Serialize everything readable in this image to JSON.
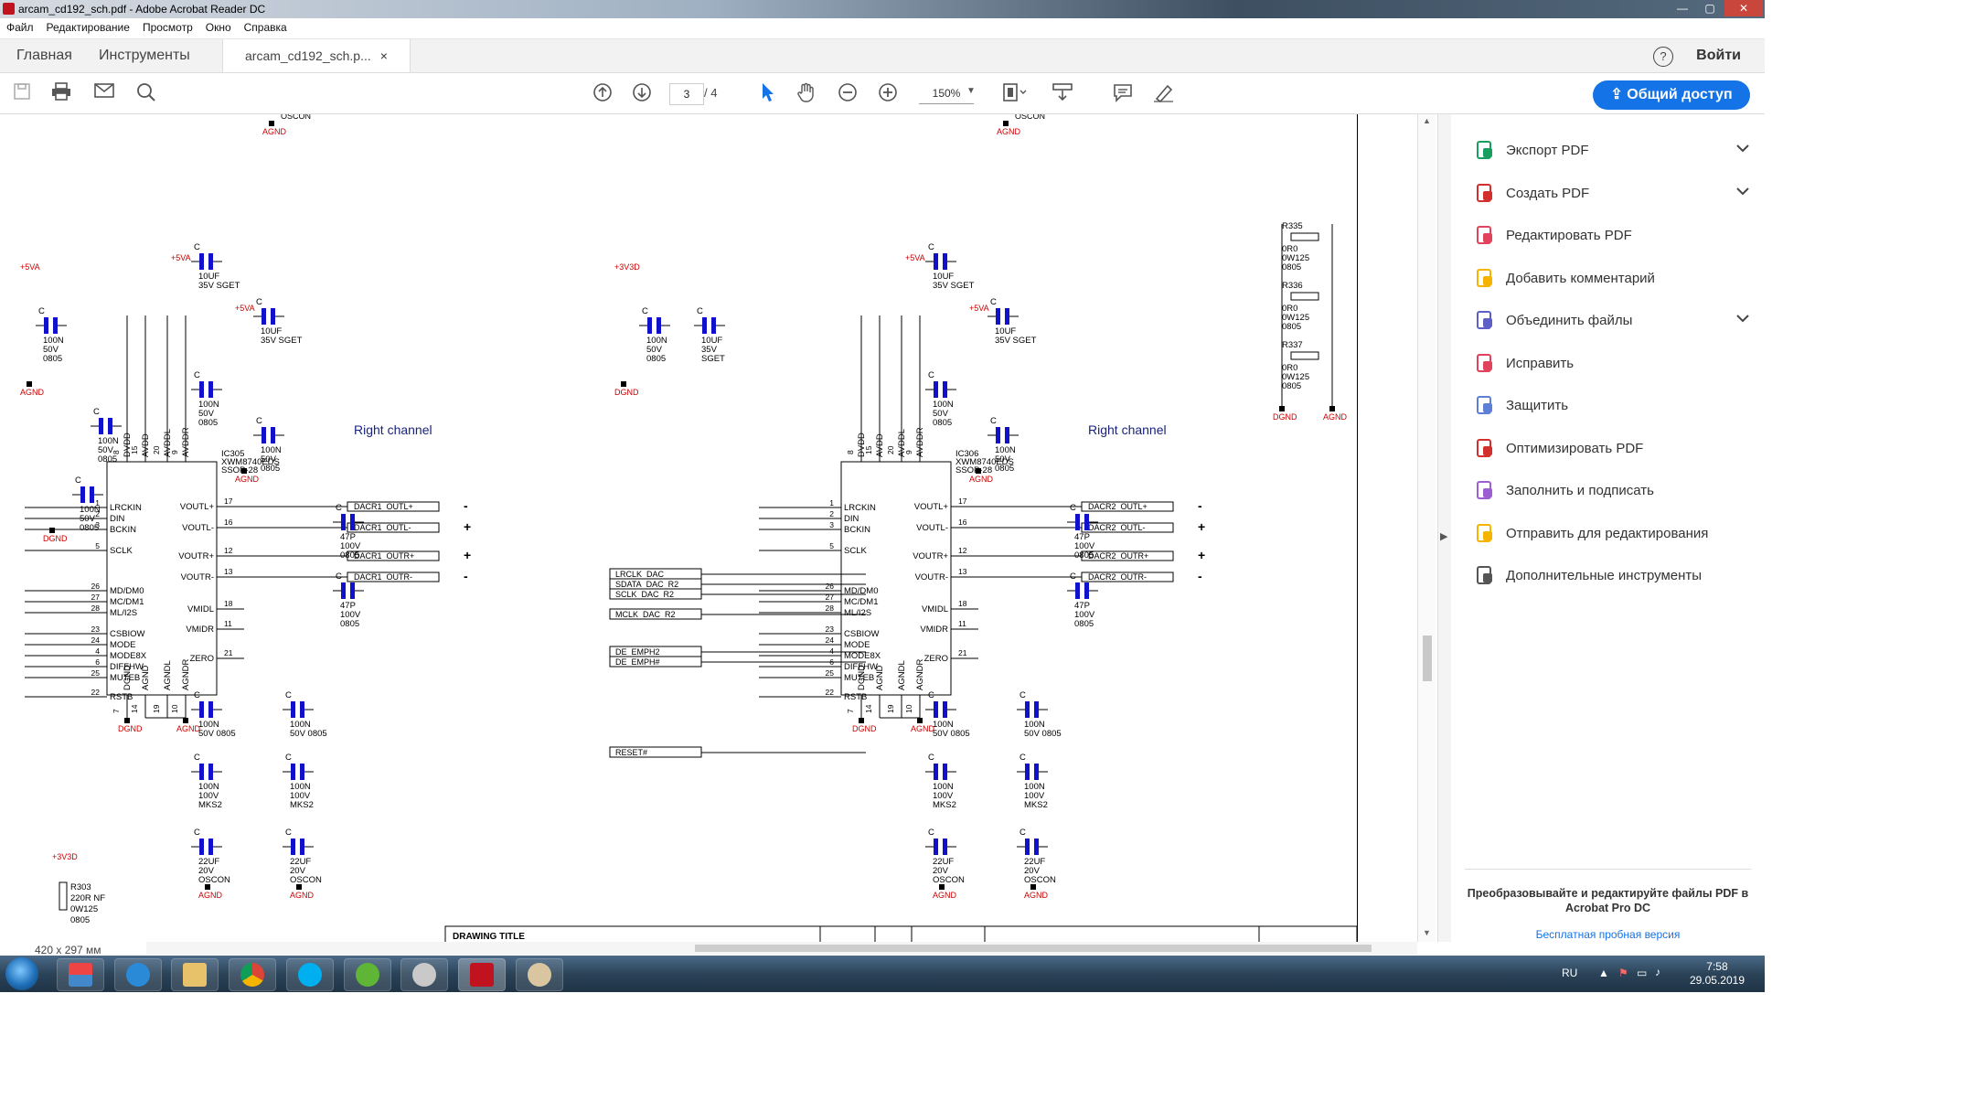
{
  "window": {
    "title": "arcam_cd192_sch.pdf - Adobe Acrobat Reader DC",
    "minimize": "—",
    "maximize": "▢",
    "close": "✕"
  },
  "menu": [
    "Файл",
    "Редактирование",
    "Просмотр",
    "Окно",
    "Справка"
  ],
  "tabs": {
    "home": "Главная",
    "tools": "Инструменты",
    "document": "arcam_cd192_sch.p...",
    "close": "×",
    "help": "?",
    "signin": "Войти"
  },
  "toolbar": {
    "page_current": "3",
    "page_total": "/  4",
    "zoom": "150%",
    "share": "Общий доступ"
  },
  "status": {
    "page_size": "420 x 297 мм"
  },
  "right_panel": {
    "tools": [
      {
        "label": "Экспорт PDF",
        "icon": "export-pdf-icon",
        "color": "#1a9e5f",
        "has_chevron": true
      },
      {
        "label": "Создать PDF",
        "icon": "create-pdf-icon",
        "color": "#d22f2f",
        "has_chevron": true
      },
      {
        "label": "Редактировать PDF",
        "icon": "edit-pdf-icon",
        "color": "#e0435b",
        "has_chevron": false
      },
      {
        "label": "Добавить комментарий",
        "icon": "comment-icon",
        "color": "#f5b400",
        "has_chevron": false
      },
      {
        "label": "Объединить файлы",
        "icon": "combine-files-icon",
        "color": "#5e5ec7",
        "has_chevron": true
      },
      {
        "label": "Исправить",
        "icon": "fix-icon",
        "color": "#e0435b",
        "has_chevron": false
      },
      {
        "label": "Защитить",
        "icon": "protect-icon",
        "color": "#5e7fd6",
        "has_chevron": false
      },
      {
        "label": "Оптимизировать PDF",
        "icon": "optimize-pdf-icon",
        "color": "#d22f2f",
        "has_chevron": false
      },
      {
        "label": "Заполнить и подписать",
        "icon": "fill-sign-icon",
        "color": "#9b5fd1",
        "has_chevron": false
      },
      {
        "label": "Отправить для редактирования",
        "icon": "send-for-review-icon",
        "color": "#f5b400",
        "has_chevron": false
      },
      {
        "label": "Дополнительные инструменты",
        "icon": "more-tools-icon",
        "color": "#555555",
        "has_chevron": false
      }
    ],
    "promo_text": "Преобразовывайте и редактируйте файлы PDF в Acrobat Pro DC",
    "promo_link": "Бесплатная пробная версия"
  },
  "schematic": {
    "channel_left": "Right channel",
    "channel_right": "Right channel",
    "ic_left": {
      "name": "IC305",
      "part": "XWM8740EDS",
      "package": "SSOP-28"
    },
    "ic_right": {
      "name": "IC306",
      "part": "XWM8740EDS",
      "package": "SSOP-28"
    },
    "pins_left": [
      "LRCKIN",
      "DIN",
      "BCKIN",
      "SCLK",
      "MD/DM0",
      "MC/DM1",
      "ML/I2S",
      "CSBIOW",
      "MODE",
      "MODE8X",
      "DIFFHW",
      "MUTEB",
      "RSTB"
    ],
    "pins_left_nums": [
      "1",
      "2",
      "3",
      "5",
      "26",
      "27",
      "28",
      "23",
      "24",
      "4",
      "6",
      "25",
      "22"
    ],
    "pins_right": [
      "VOUTL+",
      "VOUTL-",
      "VOUTR+",
      "VOUTR-",
      "VMIDL",
      "VMIDR",
      "ZERO"
    ],
    "pins_right_nums": [
      "17",
      "16",
      "12",
      "13",
      "18",
      "11",
      "21"
    ],
    "pins_top": [
      "DVDD",
      "AVDD",
      "AVDDL",
      "AVDDR"
    ],
    "pins_top_nums": [
      "8",
      "15",
      "20",
      "9"
    ],
    "pins_bottom": [
      "DGND",
      "AGND",
      "AGNDL",
      "AGNDR"
    ],
    "pins_bottom_nums": [
      "7",
      "14",
      "19",
      "10"
    ],
    "outputs_left": [
      "DACR1_OUTL+",
      "DACR1_OUTL-",
      "DACR1_OUTR+",
      "DACR1_OUTR-"
    ],
    "outputs_right": [
      "DACR2_OUTL+",
      "DACR2_OUTL-",
      "DACR2_OUTR+",
      "DACR2_OUTR-"
    ],
    "out_signs": [
      "-",
      "+",
      "+",
      "-"
    ],
    "inputs_mid": [
      "LRCLK_DAC",
      "SDATA_DAC_R2",
      "SCLK_DAC_R2",
      "MCLK_DAC_R2",
      "DE_EMPH2",
      "DE_EMPH#",
      "RESET#"
    ],
    "rail_5va": "+5VA",
    "rail_3v3d": "+3V3D",
    "agnd": "AGND",
    "dgnd": "DGND",
    "oscon": "OSCON",
    "drawing_title": "DRAWING TITLE"
  },
  "taskbar": {
    "lang": "RU",
    "time": "7:58",
    "date": "29.05.2019"
  }
}
